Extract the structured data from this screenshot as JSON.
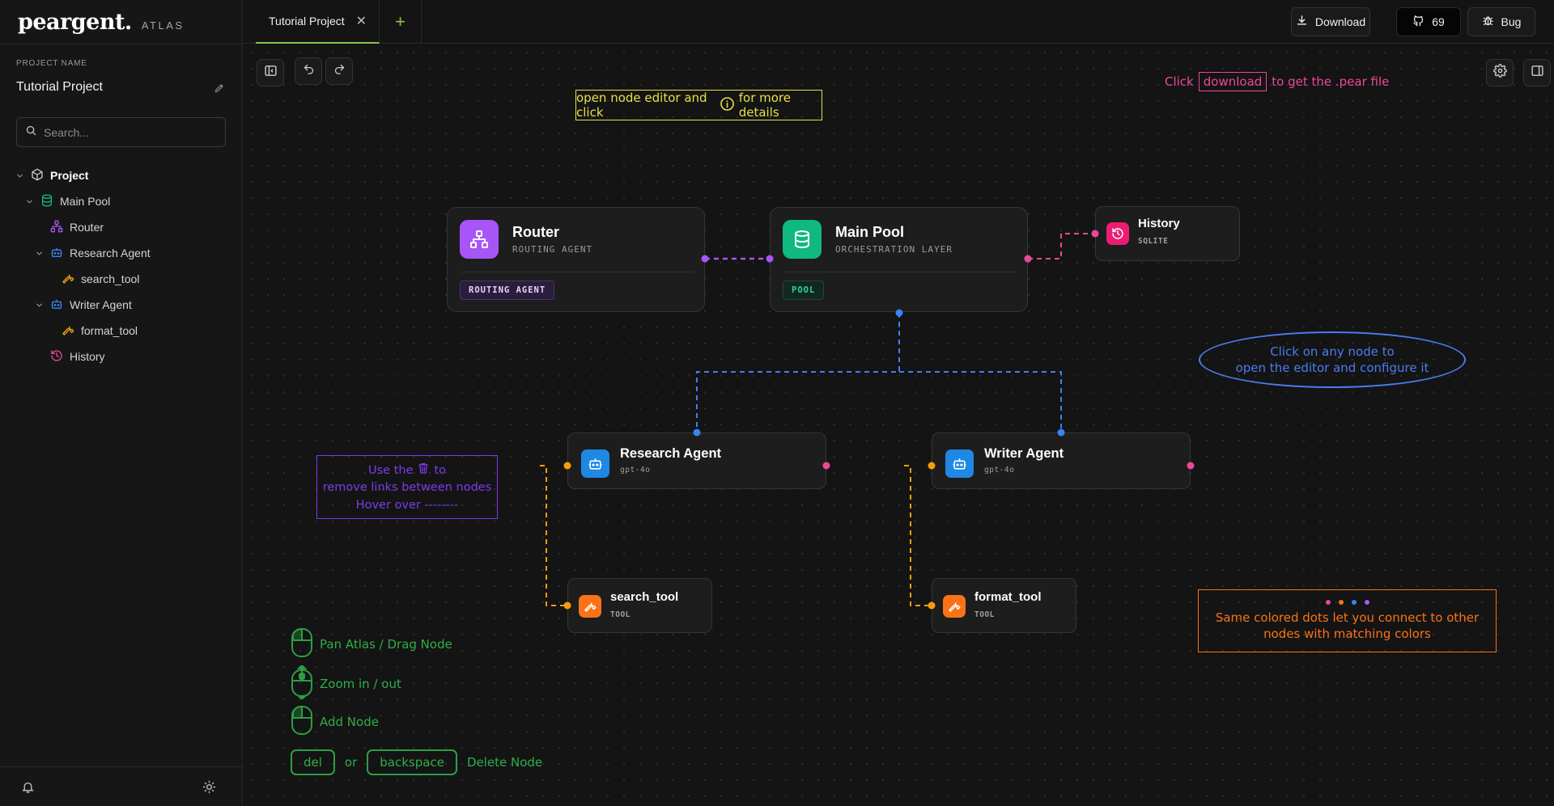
{
  "brand": {
    "logo": "peargent.",
    "sub": "ATLAS"
  },
  "sidebar": {
    "project_label": "PROJECT NAME",
    "project_name": "Tutorial Project",
    "search_placeholder": "Search...",
    "tree": [
      {
        "label": "Project",
        "icon": "cube-icon"
      },
      {
        "label": "Main Pool",
        "icon": "database-icon"
      },
      {
        "label": "Router",
        "icon": "network-icon"
      },
      {
        "label": "Research Agent",
        "icon": "bot-icon"
      },
      {
        "label": "search_tool",
        "icon": "wrench-icon"
      },
      {
        "label": "Writer Agent",
        "icon": "bot-icon"
      },
      {
        "label": "format_tool",
        "icon": "wrench-icon"
      },
      {
        "label": "History",
        "icon": "history-icon"
      }
    ]
  },
  "topbar": {
    "tab_label": "Tutorial Project",
    "download_label": "Download",
    "stars_label": "69",
    "bug_label": "Bug"
  },
  "nodes": {
    "router": {
      "title": "Router",
      "subtitle": "ROUTING AGENT",
      "badge": "ROUTING AGENT"
    },
    "main_pool": {
      "title": "Main Pool",
      "subtitle": "ORCHESTRATION LAYER",
      "badge": "POOL"
    },
    "history": {
      "title": "History",
      "subtitle": "SQLITE"
    },
    "research_agent": {
      "title": "Research Agent",
      "subtitle": "gpt-4o"
    },
    "writer_agent": {
      "title": "Writer Agent",
      "subtitle": "gpt-4o"
    },
    "search_tool": {
      "title": "search_tool",
      "subtitle": "TOOL"
    },
    "format_tool": {
      "title": "format_tool",
      "subtitle": "TOOL"
    }
  },
  "notes": {
    "node_editor": {
      "before": "open node editor and click",
      "after": "for more details"
    },
    "download": {
      "before": "Click",
      "boxed": "download",
      "after": "to get the .pear file"
    },
    "click_node": {
      "line1": "Click on any node to",
      "line2": "open the editor and configure it"
    },
    "remove_links": {
      "line1_before": "Use the",
      "line1_after": "to",
      "line2": "remove links between nodes",
      "line3": "Hover over --------"
    },
    "colored_dots": {
      "line1": "Same colored dots let you connect to other",
      "line2": "nodes with matching colors"
    },
    "controls": {
      "pan": "Pan Atlas / Drag Node",
      "zoom": "Zoom in / out",
      "add": "Add Node",
      "del_key": "del",
      "or": "or",
      "backspace_key": "backspace",
      "delete": "Delete Node"
    }
  },
  "colors": {
    "accent": "#8bc34a",
    "router": "#a855f7",
    "pool": "#10b981",
    "history": "#ec1c74",
    "agent": "#1e88e5",
    "tool": "#f97316",
    "wire_purple": "#a855f7",
    "wire_pink": "#ec4899",
    "wire_blue": "#3b82f6",
    "wire_orange": "#f59e0b",
    "note_yellow": "#e6e04a",
    "note_pink": "#ec4899",
    "note_blue": "#4a7cf0",
    "note_purple": "#7c3aed",
    "note_orange": "#f97316",
    "note_green": "#2e9e44"
  }
}
